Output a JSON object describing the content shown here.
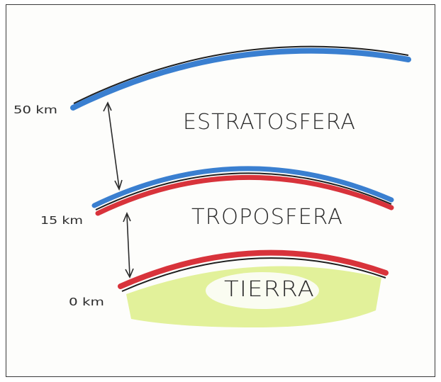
{
  "layers": [
    {
      "label": "ESTRATOSFERA"
    },
    {
      "label": "TROPOSFERA"
    },
    {
      "label": "TIERRA"
    }
  ],
  "altitudes": [
    {
      "label": "50 km"
    },
    {
      "label": "15 km"
    },
    {
      "label": "0 km"
    }
  ],
  "colors": {
    "stratosphere_line": "#3a7fd0",
    "troposphere_line": "#d8333b",
    "earth_fill": "#d8ec7a",
    "ink": "#1f1f1f"
  }
}
